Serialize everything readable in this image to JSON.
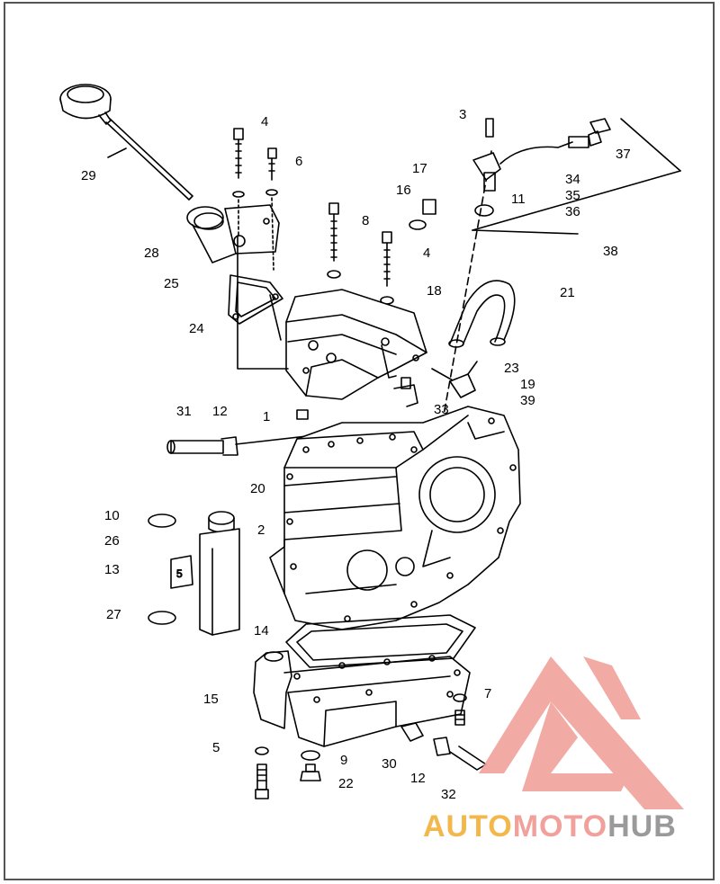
{
  "callouts": [
    {
      "id": "c4a",
      "text": "4"
    },
    {
      "id": "c6",
      "text": "6"
    },
    {
      "id": "c29",
      "text": "29"
    },
    {
      "id": "c28",
      "text": "28"
    },
    {
      "id": "c25",
      "text": "25"
    },
    {
      "id": "c24",
      "text": "24"
    },
    {
      "id": "c8",
      "text": "8"
    },
    {
      "id": "c4b",
      "text": "4"
    },
    {
      "id": "c18",
      "text": "18"
    },
    {
      "id": "c17",
      "text": "17"
    },
    {
      "id": "c16",
      "text": "16"
    },
    {
      "id": "c3",
      "text": "3"
    },
    {
      "id": "c37",
      "text": "37"
    },
    {
      "id": "c34",
      "text": "34"
    },
    {
      "id": "c35",
      "text": "35"
    },
    {
      "id": "c36",
      "text": "36"
    },
    {
      "id": "c11",
      "text": "11"
    },
    {
      "id": "c38",
      "text": "38"
    },
    {
      "id": "c21",
      "text": "21"
    },
    {
      "id": "c23",
      "text": "23"
    },
    {
      "id": "c19",
      "text": "19"
    },
    {
      "id": "c39",
      "text": "39"
    },
    {
      "id": "c33",
      "text": "33"
    },
    {
      "id": "c31",
      "text": "31"
    },
    {
      "id": "c12a",
      "text": "12"
    },
    {
      "id": "c1",
      "text": "1"
    },
    {
      "id": "c20",
      "text": "20"
    },
    {
      "id": "c10",
      "text": "10"
    },
    {
      "id": "c2",
      "text": "2"
    },
    {
      "id": "c26",
      "text": "26"
    },
    {
      "id": "c13",
      "text": "13"
    },
    {
      "id": "c27",
      "text": "27"
    },
    {
      "id": "c14",
      "text": "14"
    },
    {
      "id": "c15",
      "text": "15"
    },
    {
      "id": "c7",
      "text": "7"
    },
    {
      "id": "c5",
      "text": "5"
    },
    {
      "id": "c9",
      "text": "9"
    },
    {
      "id": "c22",
      "text": "22"
    },
    {
      "id": "c30",
      "text": "30"
    },
    {
      "id": "c12b",
      "text": "12"
    },
    {
      "id": "c32",
      "text": "32"
    }
  ],
  "watermark": {
    "part1": "AUTO",
    "part2": "MOTO",
    "part3": "HUB",
    "colors": {
      "auto": "#f2b84c",
      "moto": "#f1a19b",
      "hub": "#9a9a9a",
      "logo": "#e8908a"
    }
  }
}
